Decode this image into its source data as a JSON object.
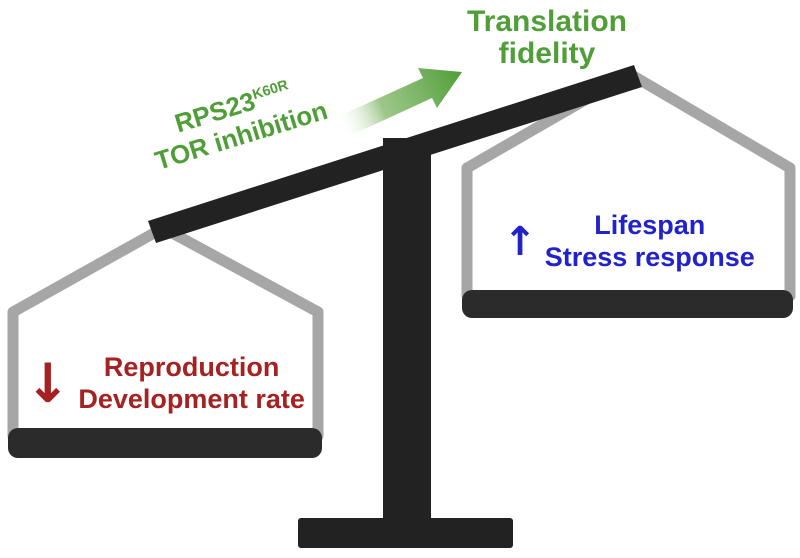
{
  "diagram": {
    "type": "balance-scale",
    "background": "#ffffff",
    "title": {
      "line1": "Translation",
      "line2": "fidelity"
    },
    "beam_label": {
      "gene": "RPS23",
      "gene_superscript": "K60R",
      "line2": "TOR inhibition"
    },
    "left_pan": {
      "arrow": "↓",
      "arrow_meaning": "decrease",
      "line1": "Reproduction",
      "line2": "Development rate"
    },
    "right_pan": {
      "arrow": "↑",
      "arrow_meaning": "increase",
      "line1": "Lifespan",
      "line2": "Stress response"
    },
    "colors": {
      "green": "#4f9e38",
      "red": "#a62121",
      "blue": "#2222cc",
      "hanger_gray": "#a6a6a6",
      "scale_black": "#222222"
    }
  }
}
